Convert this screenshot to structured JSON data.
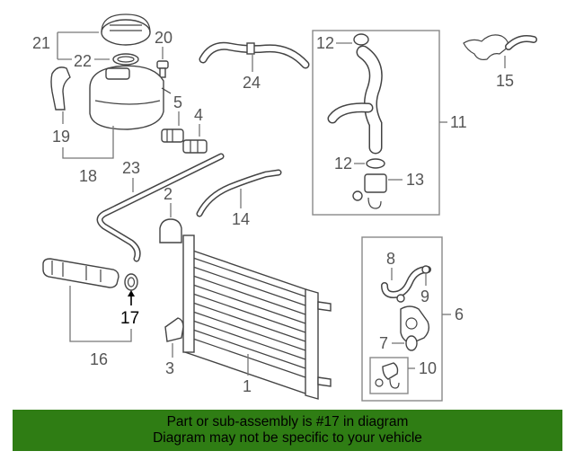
{
  "diagram": {
    "callouts": [
      "21",
      "22",
      "20",
      "24",
      "12",
      "15",
      "19",
      "18",
      "5",
      "4",
      "11",
      "23",
      "2",
      "14",
      "12",
      "13",
      "8",
      "9",
      "6",
      "7",
      "10",
      "17",
      "16",
      "3",
      "1"
    ],
    "highlighted_callout": "17",
    "colors": {
      "banner": "#2f7d14",
      "line": "#777777",
      "part": "#444444"
    }
  },
  "banner": {
    "line1": "Part or sub-assembly is #17 in diagram",
    "line2": "Diagram may not be specific to your vehicle"
  }
}
